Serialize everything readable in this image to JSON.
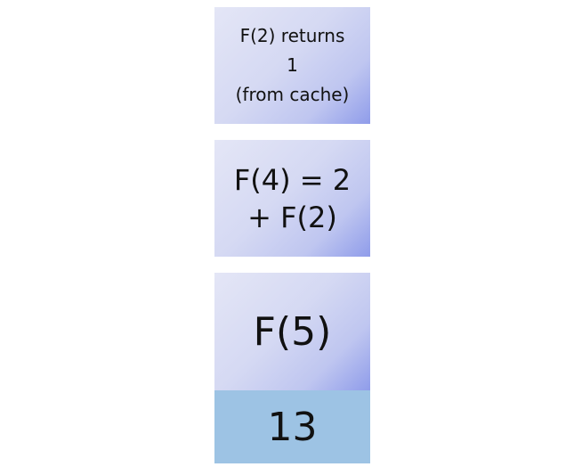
{
  "boxes": [
    {
      "lines": [
        "F(2) returns",
        "1",
        "(from cache)"
      ]
    },
    {
      "lines": [
        "F(4) = 2",
        "+ F(2)"
      ]
    },
    {
      "label": "F(5)"
    },
    {
      "value": "13"
    }
  ],
  "colors": {
    "frame_gradient_light": "#e4e6f6",
    "frame_gradient_dark": "#8f9cea",
    "result_fill": "#9dc3e4"
  }
}
